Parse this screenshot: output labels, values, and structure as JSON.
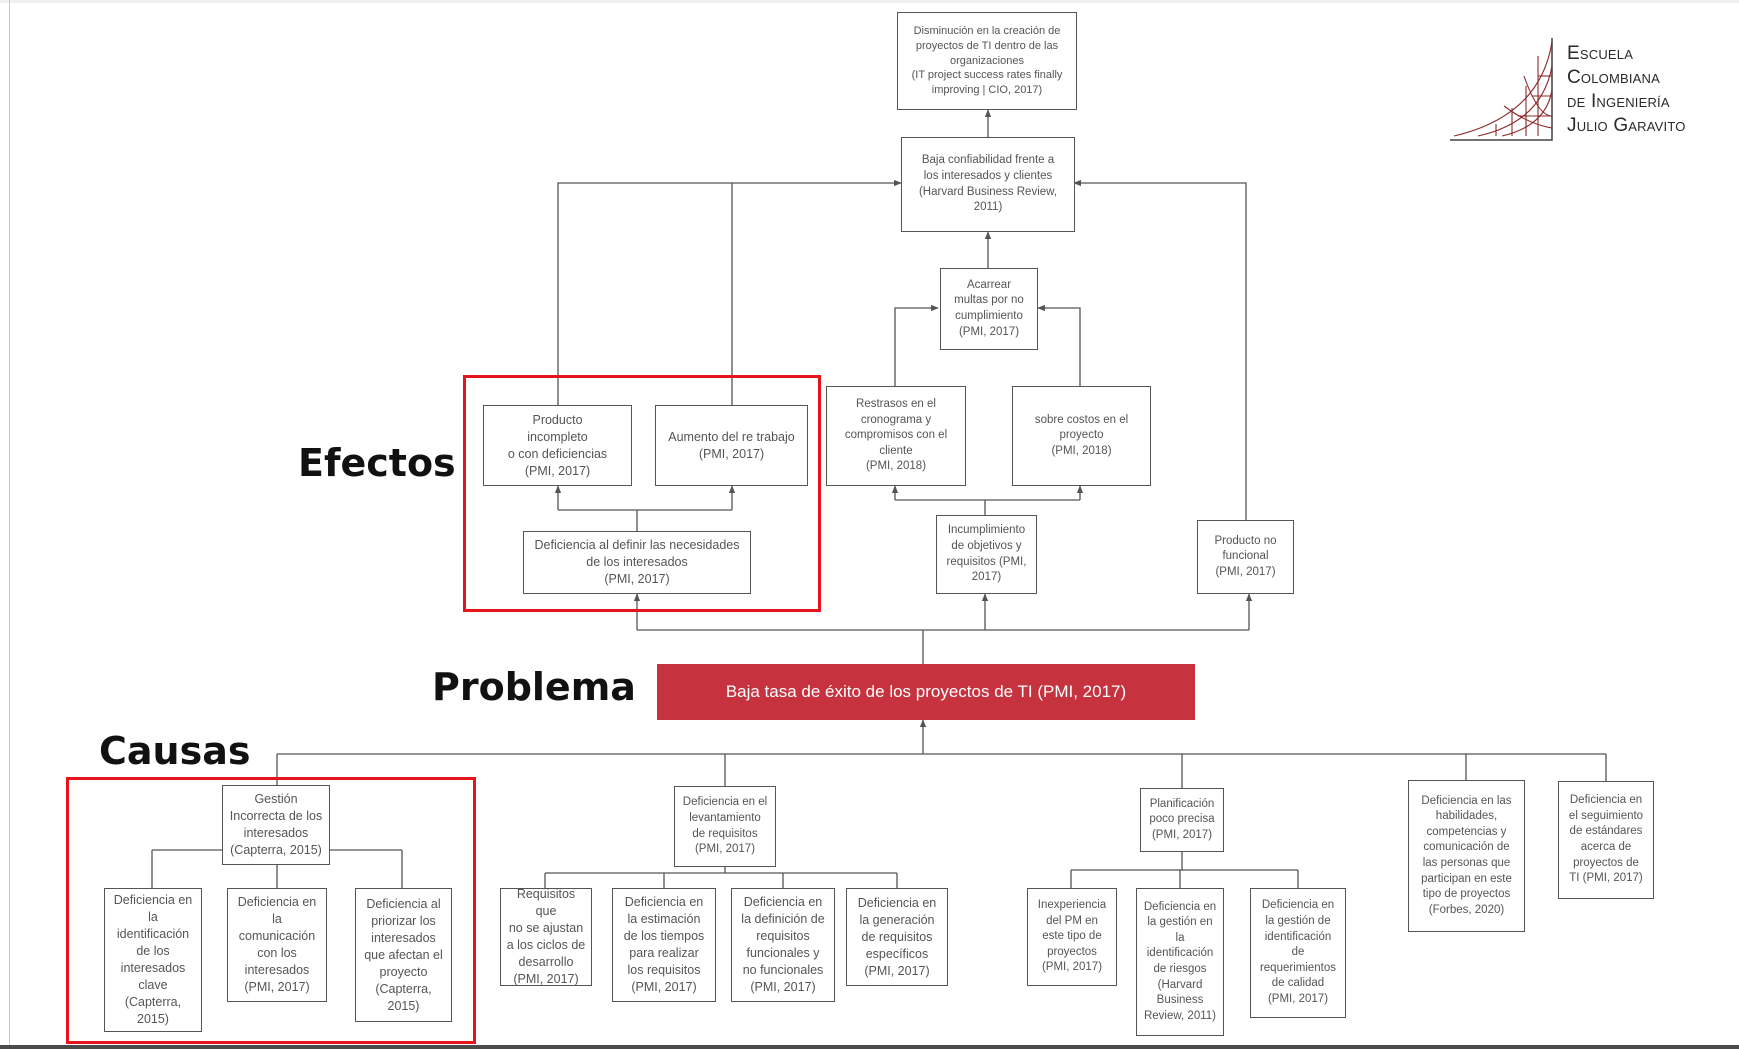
{
  "labels": {
    "efectos": "Efectos",
    "problema": "Problema",
    "causas": "Causas"
  },
  "logo": {
    "lines": [
      "Escuela",
      "Colombiana",
      "de Ingeniería",
      "Julio Garavito"
    ]
  },
  "problem": "Baja tasa de éxito de los proyectos de TI (PMI, 2017)",
  "effects": {
    "top": "Disminución en la creación de\nproyectos de TI dentro de las\norganizaciones\n(IT project success rates finally\nimproving | CIO, 2017)",
    "confianza": "Baja confiabilidad frente a\nlos interesados y clientes\n(Harvard Business Review,\n2011)",
    "multas": "Acarrear\nmultas por no\ncumplimiento\n(PMI, 2017)",
    "producto_incompleto": "Producto\nincompleto\no con deficiencias\n(PMI, 2017)",
    "retrabajo": "Aumento del re trabajo\n(PMI, 2017)",
    "retrasos": "Restrasos en el\ncronograma y\ncompromisos con el\ncliente\n(PMI, 2018)",
    "sobrecostos": "sobre costos en el\nproyecto\n(PMI, 2018)",
    "deficiencia_definir": "Deficiencia al definir las necesidades\nde los interesados\n(PMI, 2017)",
    "incumplimiento": "Incumplimiento\nde objetivos y\nrequisitos (PMI,\n2017)",
    "producto_no_funcional": "Producto no\nfuncional\n(PMI, 2017)"
  },
  "causes": {
    "gestion": "Gestión\nIncorrecta de los\ninteresados\n(Capterra, 2015)",
    "gestion_children": [
      "Deficiencia en\nla\nidentificación\nde los\ninteresados\nclave\n(Capterra,\n2015)",
      "Deficiencia en\nla\ncomunicación\ncon los\ninteresados\n(PMI, 2017)",
      "Deficiencia al\npriorizar los\ninteresados\nque afectan el\nproyecto\n(Capterra,\n2015)"
    ],
    "levantamiento": "Deficiencia en el\nlevantamiento\nde requisitos\n(PMI, 2017)",
    "levantamiento_children": [
      "Requisitos que\nno se ajustan\na los ciclos de\ndesarrollo\n(PMI, 2017)",
      "Deficiencia en\nla estimación\nde los tiempos\npara realizar\nlos requisitos\n(PMI, 2017)",
      "Deficiencia en\nla definición de\nrequisitos\nfuncionales y\nno funcionales\n(PMI, 2017)",
      "Deficiencia en\nla generación\nde requisitos\nespecíficos\n(PMI, 2017)"
    ],
    "planificacion": "Planificación\npoco precisa\n(PMI, 2017)",
    "planificacion_children": [
      "Inexperiencia\ndel PM en\neste tipo de\nproyectos\n(PMI, 2017)",
      "Deficiencia en\nla gestión en\nla\nidentificación\nde riesgos\n(Harvard\nBusiness\nReview, 2011)",
      "Deficiencia en\nla gestión de\nidentificación\nde\nrequerimientos\nde calidad\n(PMI, 2017)"
    ],
    "habilidades": "Deficiencia en las\nhabilidades,\ncompetencias y\ncomunicación de\nlas personas que\nparticipan en este\ntipo de proyectos\n(Forbes, 2020)",
    "seguimiento": "Deficiencia en\nel seguimiento\nde estándares\nacerca de\nproyectos de\nTI (PMI, 2017)"
  },
  "colors": {
    "problem_fill": "#c6333f",
    "highlight_frame": "#e8141c",
    "box_border": "#555555",
    "logo_lines": "#8b2a2a"
  }
}
